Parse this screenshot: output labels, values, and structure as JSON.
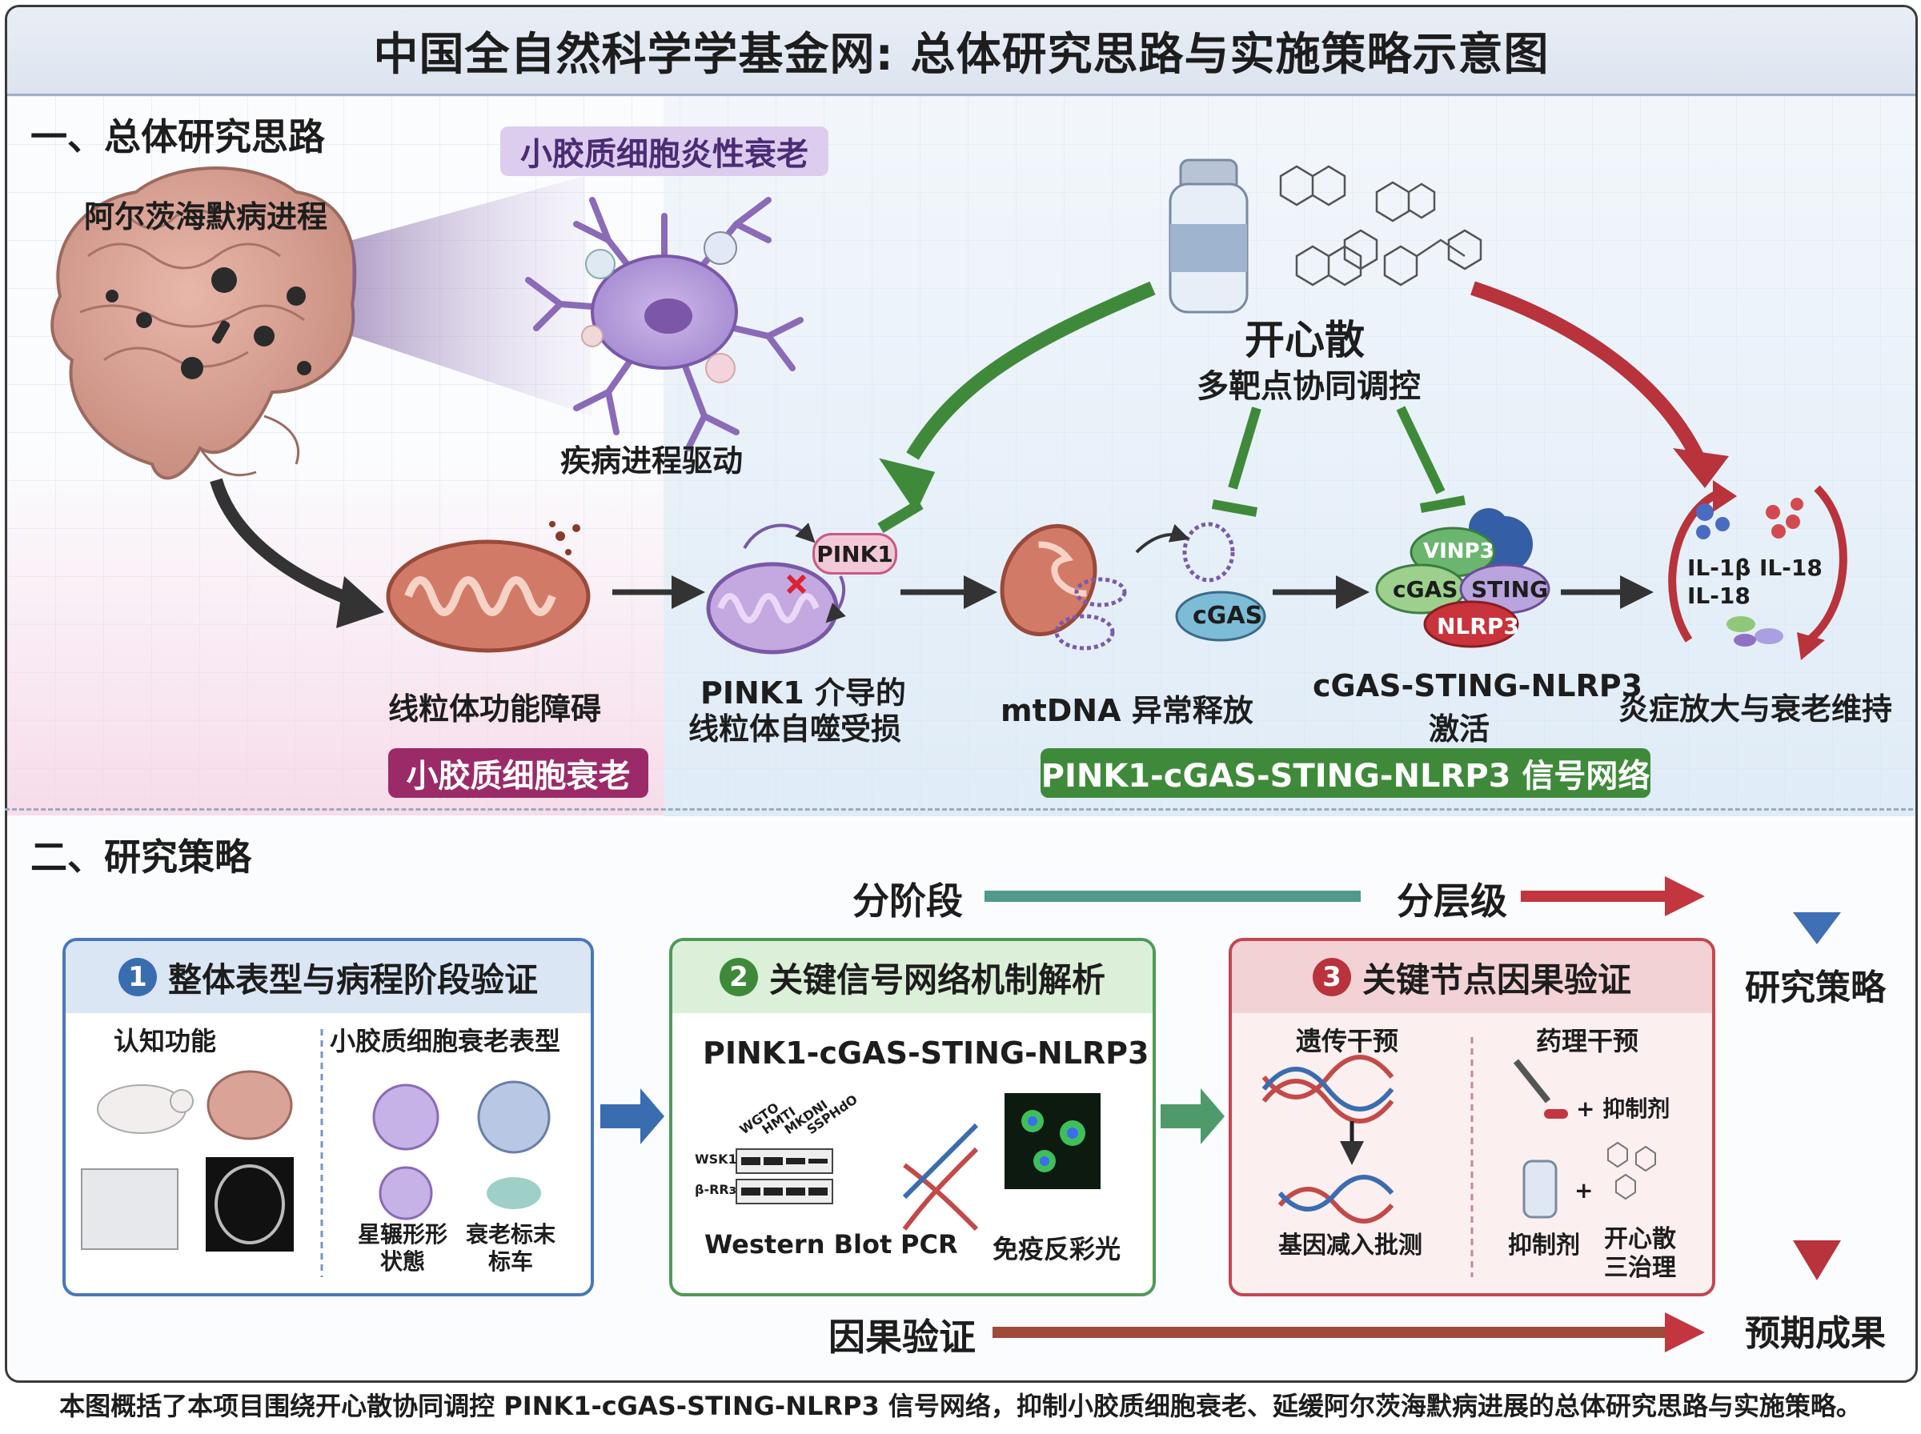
{
  "title": "中国全自然科学学基金网: 总体研究思路与实施策略示意图",
  "section1": {
    "heading": "一、总体研究思路",
    "ad_progress": "阿尔茨海默病进程",
    "microglia_inflammaging_tag": "小胶质细胞炎性衰老",
    "disease_driver": "疾病进程驱动",
    "drug_name": "开心散",
    "drug_subtitle": "多靶点协同调控",
    "mito_dysfunction": "线粒体功能障碍",
    "microglia_senescence_tag": "小胶质细胞衰老",
    "pink1_label": "PINK1",
    "pink1_caption_line1": "PINK1 介导的",
    "pink1_caption_line2": "线粒体自噬受损",
    "mtdna_caption": "mtDNA 异常释放",
    "cgas_label": "cGAS",
    "vinp3_label": "VINP3",
    "cgas2_label": "cGAS",
    "sting_label": "STING",
    "nlrp3_label": "NLRP3",
    "axis_caption_line1": "cGAS-STING-NLRP3",
    "axis_caption_line2": "激活",
    "il1b": "IL-1β",
    "il18a": "IL-18",
    "il18b": "IL-18",
    "inflammation_caption": "炎症放大与衰老维持",
    "network_tag": "PINK1-cGAS-STING-NLRP3 信号网络"
  },
  "section2": {
    "heading": "二、研究策略",
    "stage_label": "分阶段",
    "level_label": "分层级",
    "strategy_label": "研究策略",
    "outcome_label": "预期成果",
    "causal_label": "因果验证",
    "box1": {
      "num": "1",
      "title": "整体表型与病程阶段验证",
      "left_head": "认知功能",
      "right_head": "小胶质细胞衰老表型",
      "cap_a": "星辗形形\n状態",
      "cap_b": "衰老标末\n标车"
    },
    "box2": {
      "num": "2",
      "title": "关键信号网络机制解析",
      "subtitle": "PINK1-cGAS-STING-NLRP3",
      "wb_label": "Western Blot",
      "pcr_label": "PCR",
      "if_label": "免疫反彩光",
      "lane1": "WGTO",
      "lane2": "HMTI",
      "lane3": "MKDNI",
      "lane4": "SSPHdO",
      "row1": "WSK1",
      "row2": "β-RRз"
    },
    "box3": {
      "num": "3",
      "title": "关键节点因果验证",
      "left_head": "遗传干预",
      "right_head": "药理干预",
      "inhibitor_plus": "+ 抑制剂",
      "gene_caption": "基因减入批测",
      "inhibitor_caption": "抑制剂",
      "combo_caption": "开心散\n三治理",
      "plus2": "+"
    }
  },
  "footer": "本图概括了本项目围绕开心散协同调控 PINK1-cGAS-STING-NLRP3 信号网络，抑制小胶质细胞衰老、延缓阿尔茨海默病进展的总体研究思路与实施策略。",
  "colors": {
    "green": "#3f8a3a",
    "red": "#b8333b",
    "blue": "#3a6db0",
    "purple": "#8b5fa8",
    "magenta": "#9b2b68"
  }
}
